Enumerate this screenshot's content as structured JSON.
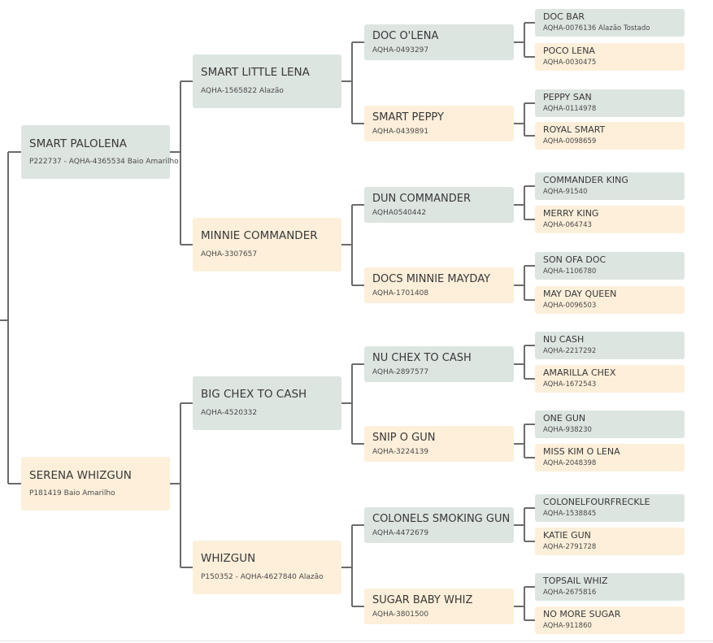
{
  "sire": {
    "name": "SMART PALOLENA",
    "reg": "P222737 - AQHA-4365534 Baio Amarilho",
    "sire": {
      "name": "SMART LITTLE LENA",
      "reg": "AQHA-1565822 Alazão",
      "sire": {
        "name": "DOC O'LENA",
        "reg": "AQHA-0493297",
        "sire": {
          "name": "DOC BAR",
          "reg": "AQHA-0076136 Alazão Tostado"
        },
        "dam": {
          "name": "POCO LENA",
          "reg": "AQHA-0030475"
        }
      },
      "dam": {
        "name": "SMART PEPPY",
        "reg": "AQHA-0439891",
        "sire": {
          "name": "PEPPY SAN",
          "reg": "AQHA-0114978"
        },
        "dam": {
          "name": "ROYAL SMART",
          "reg": "AQHA-0098659"
        }
      }
    },
    "dam": {
      "name": "MINNIE COMMANDER",
      "reg": "AQHA-3307657",
      "sire": {
        "name": "DUN COMMANDER",
        "reg": "AQHA0540442",
        "sire": {
          "name": "COMMANDER KING",
          "reg": "AQHA-91540"
        },
        "dam": {
          "name": "MERRY KING",
          "reg": "AQHA-064743"
        }
      },
      "dam": {
        "name": "DOCS MINNIE MAYDAY",
        "reg": "AQHA-1701408",
        "sire": {
          "name": "SON OFA DOC",
          "reg": "AQHA-1106780"
        },
        "dam": {
          "name": "MAY DAY QUEEN",
          "reg": "AQHA-0096503"
        }
      }
    }
  },
  "dam": {
    "name": "SERENA WHIZGUN",
    "reg": "P181419 Baio Amarilho",
    "sire": {
      "name": "BIG CHEX TO CASH",
      "reg": "AQHA-4520332",
      "sire": {
        "name": "NU CHEX TO CASH",
        "reg": "AQHA-2897577",
        "sire": {
          "name": "NU CASH",
          "reg": "AQHA-2217292"
        },
        "dam": {
          "name": "AMARILLA CHEX",
          "reg": "AQHA-1672543"
        }
      },
      "dam": {
        "name": "SNIP O GUN",
        "reg": "AQHA-3224139",
        "sire": {
          "name": "ONE GUN",
          "reg": "AQHA-938230"
        },
        "dam": {
          "name": "MISS KIM O LENA",
          "reg": "AQHA-2048398"
        }
      }
    },
    "dam": {
      "name": "WHIZGUN",
      "reg": "P150352 - AQHA-4627840 Alazão",
      "sire": {
        "name": "COLONELS SMOKING GUN",
        "reg": "AQHA-4472679",
        "sire": {
          "name": "COLONELFOURFRECKLE",
          "reg": "AQHA-1538845"
        },
        "dam": {
          "name": "KATIE GUN",
          "reg": "AQHA-2791728"
        }
      },
      "dam": {
        "name": "SUGAR BABY WHIZ",
        "reg": "AQHA-3801500",
        "sire": {
          "name": "TOPSAIL WHIZ",
          "reg": "AQHA-2675816"
        },
        "dam": {
          "name": "NO MORE SUGAR",
          "reg": "AQHA-911860"
        }
      }
    }
  },
  "colors": {
    "sire_box": "#dde5e1",
    "dam_box": "#fdefda",
    "connector": "#6b6b6b"
  }
}
